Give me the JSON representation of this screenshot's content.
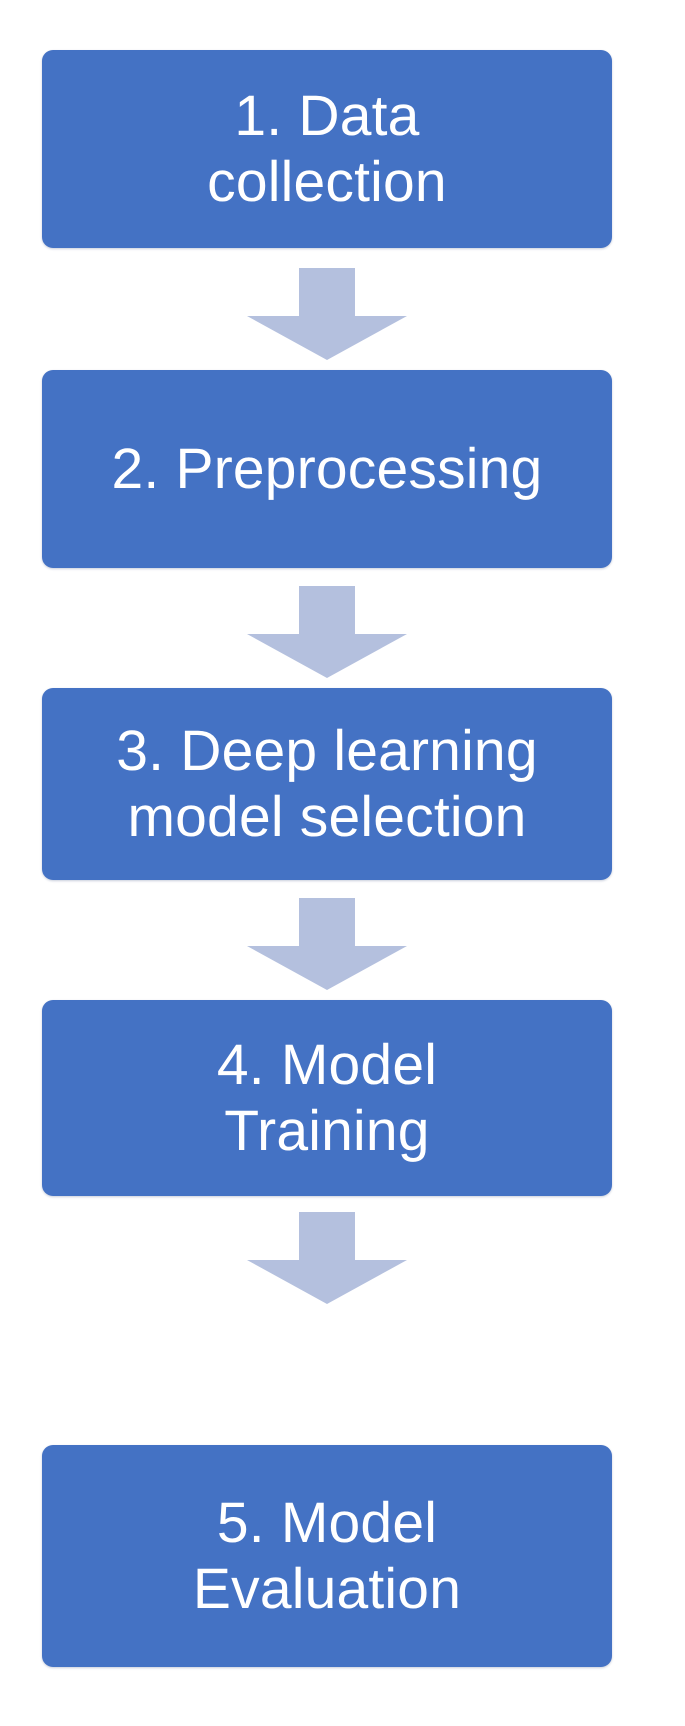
{
  "diagram": {
    "title": "Deep learning workflow flowchart",
    "orientation": "vertical",
    "background_color": "#FFFFFF",
    "node_fill_color": "#4472C4",
    "node_text_color": "#FFFFFF",
    "arrow_color": "#B4C0DE",
    "nodes": [
      {
        "id": "step-1",
        "number": "1.",
        "label": "1. Data\ncollection",
        "text": "1. Data collection"
      },
      {
        "id": "step-2",
        "number": "2.",
        "label": "2. Preprocessing",
        "text": "2. Preprocessing"
      },
      {
        "id": "step-3",
        "number": "3.",
        "label": "3. Deep learning\nmodel selection",
        "text": "3. Deep learning model selection"
      },
      {
        "id": "step-4",
        "number": "4.",
        "label": "4. Model\nTraining",
        "text": "4. Model Training"
      },
      {
        "id": "step-5",
        "number": "5.",
        "label": "5. Model\nEvaluation",
        "text": "5. Model Evaluation"
      }
    ],
    "connectors": [
      {
        "id": "arrow-1-2",
        "from": "step-1",
        "to": "step-2",
        "glyph": "down-arrow"
      },
      {
        "id": "arrow-2-3",
        "from": "step-2",
        "to": "step-3",
        "glyph": "down-arrow"
      },
      {
        "id": "arrow-3-4",
        "from": "step-3",
        "to": "step-4",
        "glyph": "down-arrow"
      },
      {
        "id": "arrow-4-5",
        "from": "step-4",
        "to": "step-5",
        "glyph": "down-arrow"
      }
    ]
  }
}
